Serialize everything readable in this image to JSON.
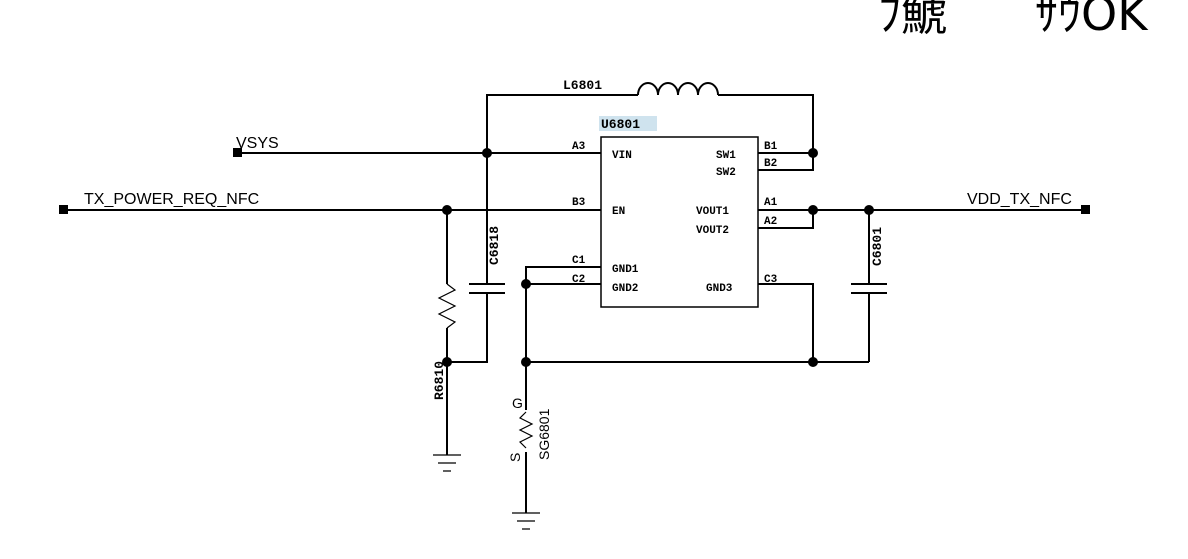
{
  "title": {
    "left": "ﾌ鯱",
    "right": "ｻｳOK"
  },
  "nets": {
    "vsys": "VSYS",
    "tx_power_req": "TX_POWER_REQ_NFC",
    "vdd_tx": "VDD_TX_NFC"
  },
  "parts": {
    "inductor": "L6801",
    "ic": "U6801",
    "cap_in": "C6818",
    "cap_out": "C6801",
    "resistor": "R6810",
    "spark_gap": "SG6801",
    "spark_gap_g": "G",
    "spark_gap_s": "S"
  },
  "ic_left_pins": [
    {
      "num": "A3",
      "name": "VIN"
    },
    {
      "num": "B3",
      "name": "EN"
    },
    {
      "num": "C1",
      "name": "GND1"
    },
    {
      "num": "C2",
      "name": "GND2"
    }
  ],
  "ic_right_pins": [
    {
      "num": "B1",
      "name": "SW1"
    },
    {
      "num": "B2",
      "name": "SW2"
    },
    {
      "num": "A1",
      "name": "VOUT1"
    },
    {
      "num": "A2",
      "name": "VOUT2"
    },
    {
      "num": "C3",
      "name": "GND3"
    }
  ],
  "colors": {
    "highlight": "#cfe3ee",
    "ink": "#000000"
  }
}
